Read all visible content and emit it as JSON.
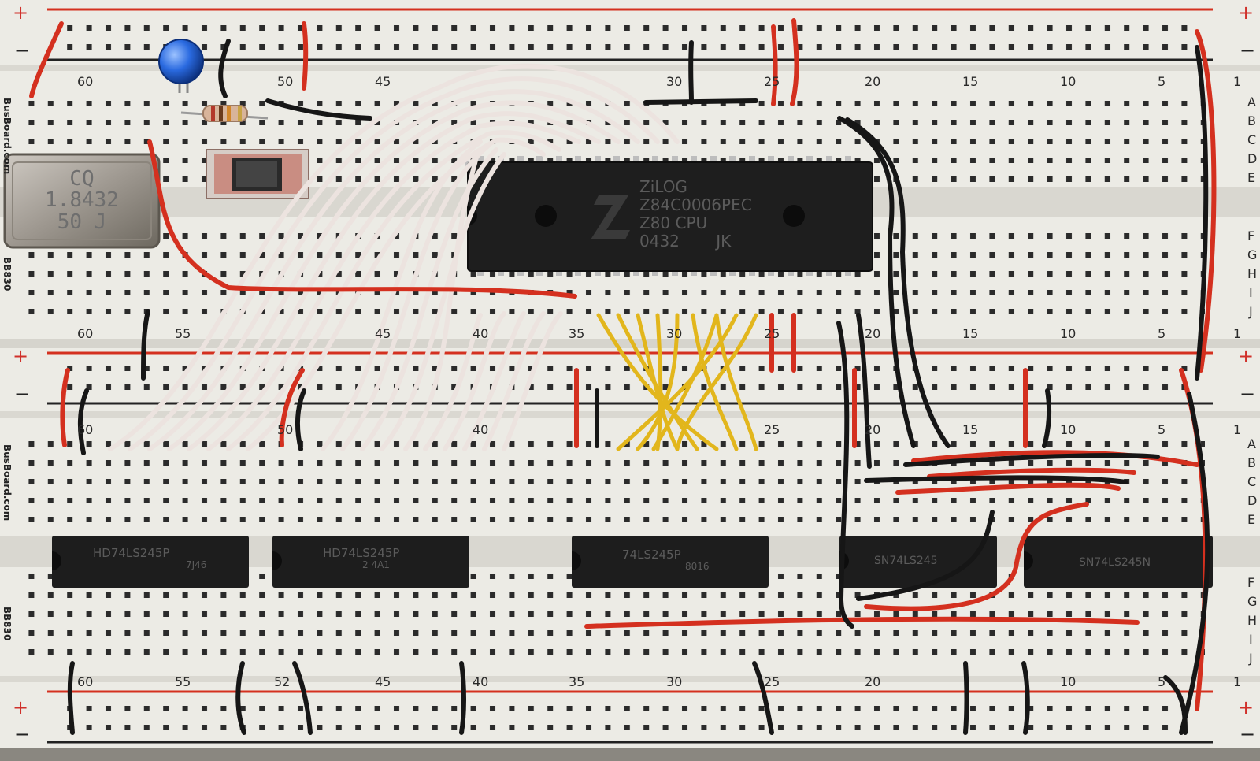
{
  "breadboards": [
    {
      "id": "top",
      "top_numbers": [
        "60",
        "50",
        "45",
        "30",
        "25",
        "20",
        "15",
        "10",
        "5",
        "1"
      ],
      "bottom_numbers": [
        "60",
        "55",
        "45",
        "40",
        "35",
        "30",
        "25",
        "20",
        "15",
        "10",
        "5",
        "1"
      ],
      "row_letters": [
        "A",
        "B",
        "C",
        "D",
        "E",
        "F",
        "G",
        "H",
        "I",
        "J"
      ],
      "brand": "BusBoard.com",
      "model": "BB830"
    },
    {
      "id": "bottom",
      "top_numbers": [
        "60",
        "50",
        "40",
        "25",
        "20",
        "15",
        "10",
        "5",
        "1"
      ],
      "bottom_numbers": [
        "60",
        "55",
        "52",
        "45",
        "40",
        "35",
        "30",
        "25",
        "20",
        "10",
        "5",
        "1"
      ],
      "row_letters": [
        "A",
        "B",
        "C",
        "D",
        "E",
        "F",
        "G",
        "H",
        "I",
        "J"
      ],
      "brand": "BusBoard.com",
      "model": "BB830"
    }
  ],
  "rails": {
    "plus": "+",
    "minus": "−"
  },
  "crystal": {
    "line1": "CQ",
    "line2": "1.8432",
    "line3": "50 J"
  },
  "cpu": {
    "line1": "ZiLOG",
    "line2": "Z84C0006PEC",
    "line3": "Z80 CPU",
    "line4": "0432",
    "line5": "JK"
  },
  "chips": [
    {
      "line1": "HD74LS245P",
      "line2": "7J46"
    },
    {
      "line1": "HD74LS245P",
      "line2": "2 4A1"
    },
    {
      "line1": "74LS245P",
      "line2": "8016"
    },
    {
      "line1": "SN74LS245",
      "line2": ""
    },
    {
      "line1": "SN74LS245N",
      "line2": ""
    }
  ],
  "colors": {
    "board": "#ecebe5",
    "hole": "#2b2b2b",
    "red_wire": "#d4301f",
    "black_wire": "#161616",
    "white_wire": "#ece3df",
    "yellow_wire": "#e2b61c",
    "chip": "#1d1d1d",
    "led": "#1f5fd0"
  },
  "icons": {
    "led": "blue-led",
    "resistor": "resistor",
    "switch": "slide-switch",
    "crystal": "crystal-oscillator"
  }
}
